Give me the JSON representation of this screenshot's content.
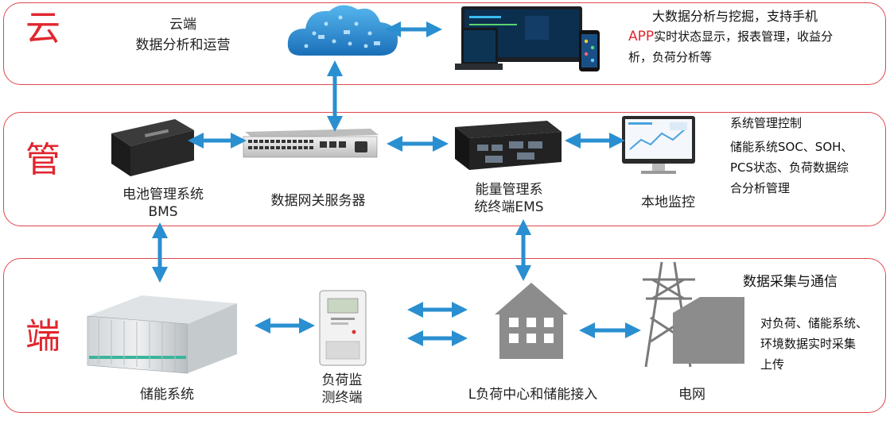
{
  "tiers": {
    "cloud": {
      "title": "云",
      "node_label": "云端",
      "node_sub": "数据分析和运营",
      "heading": "大数据分析与挖掘，支持手机",
      "app_prefix": "APP",
      "note_line1": "实时状态显示，报表管理，收益分",
      "note_line2": "析，负荷分析等"
    },
    "management": {
      "title": "管",
      "heading": "系统管理控制",
      "note_line1": "储能系统SOC、SOH、",
      "note_line2": "PCS状态、负荷数据综",
      "note_line3": "合分析管理",
      "bms_line1": "电池管理系统",
      "bms_line2": "BMS",
      "gateway": "数据网关服务器",
      "ems_line1": "能量管理系",
      "ems_line2": "统终端EMS",
      "monitor": "本地监控"
    },
    "edge": {
      "title": "端",
      "heading": "数据采集与通信",
      "note_line1": "对负荷、储能系统、",
      "note_line2": "环境数据实时采集",
      "note_line3": "上传",
      "storage": "储能系统",
      "meter_line1": "负荷监",
      "meter_line2": "测终端",
      "load_center": "L负荷中心和储能接入",
      "grid": "电网"
    }
  },
  "colors": {
    "border": "#e0474c",
    "accent_red": "#e0262e",
    "arrow": "#2a8fd0"
  }
}
